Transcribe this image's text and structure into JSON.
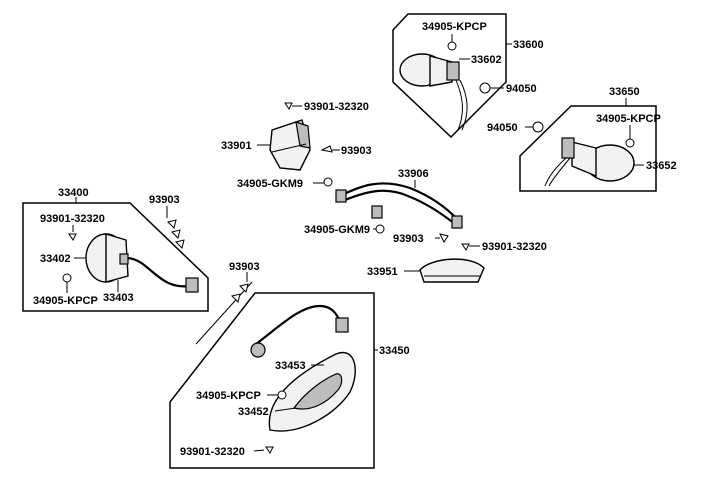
{
  "labels": {
    "l33600": "33600",
    "l34905_top": "34905-KPCP",
    "l33602": "33602",
    "l94050_a": "94050",
    "l94050_b": "94050",
    "l33650": "33650",
    "l34905_right": "34905-KPCP",
    "l33652": "33652",
    "l93901_top": "93901-32320",
    "l33901": "33901",
    "l93903_top": "93903",
    "l34905_gkm9_a": "34905-GKM9",
    "l33906": "33906",
    "l34905_gkm9_b": "34905-GKM9",
    "l93903_mid": "93903",
    "l93901_mid": "93901-32320",
    "l33951": "33951",
    "l33400": "33400",
    "l93903_left": "93903",
    "l93901_left": "93901-32320",
    "l33402": "33402",
    "l34905_left": "34905-KPCP",
    "l33403": "33403",
    "l93903_low": "93903",
    "l33450": "33450",
    "l33453": "33453",
    "l34905_bottom": "34905-KPCP",
    "l33452": "33452",
    "l93901_bottom": "93901-32320"
  }
}
